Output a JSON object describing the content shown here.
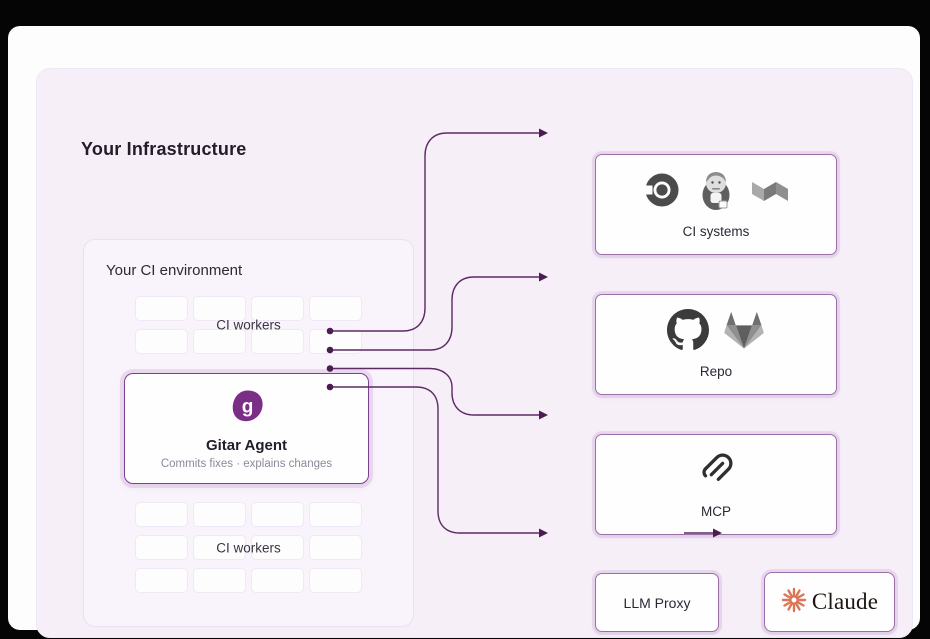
{
  "header": {
    "title": "Your Infrastructure"
  },
  "ci_environment": {
    "title": "Your CI environment",
    "top_grid": {
      "rows": 2,
      "cols": 4,
      "label": "CI workers"
    },
    "bottom_grid": {
      "rows": 3,
      "cols": 4,
      "label": "CI workers"
    }
  },
  "agent": {
    "name": "Gitar Agent",
    "description": "Commits fixes · explains changes",
    "logo": "gitar-logo"
  },
  "targets": [
    {
      "id": "ci-systems",
      "label": "CI systems",
      "icons": [
        "circleci-icon",
        "jenkins-icon",
        "buildkite-icon"
      ]
    },
    {
      "id": "repo",
      "label": "Repo",
      "icons": [
        "github-icon",
        "gitlab-icon"
      ]
    },
    {
      "id": "mcp",
      "label": "MCP",
      "icons": [
        "mcp-icon"
      ]
    },
    {
      "id": "llm-proxy",
      "label": "LLM Proxy",
      "icons": []
    }
  ],
  "claude": {
    "label": "Claude",
    "icon": "claude-starburst-icon"
  },
  "colors": {
    "panel_background": "#f6eff8",
    "card_background": "#fdfdfe",
    "accent_purple": "#7e4190",
    "connector_purple": "#5d2a63",
    "claude_orange": "#d97757"
  }
}
